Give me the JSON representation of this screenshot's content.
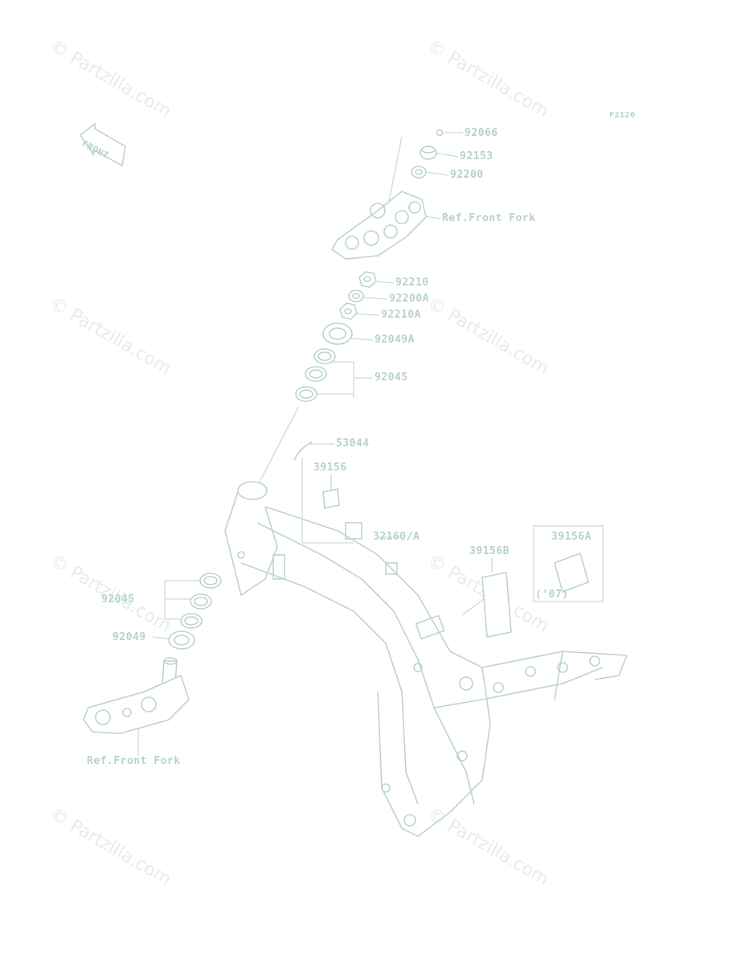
{
  "diagram": {
    "code": "F2120",
    "front_label": "FRONT",
    "watermark": "© Partzilla.com",
    "parts": [
      {
        "id": "92066"
      },
      {
        "id": "92153"
      },
      {
        "id": "92200"
      },
      {
        "id": "Ref.Front Fork"
      },
      {
        "id": "92210"
      },
      {
        "id": "92200A"
      },
      {
        "id": "92210A"
      },
      {
        "id": "92049A"
      },
      {
        "id": "92045"
      },
      {
        "id": "53044"
      },
      {
        "id": "39156"
      },
      {
        "id": "32160/A"
      },
      {
        "id": "39156B"
      },
      {
        "id": "39156A"
      },
      {
        "id": "('07)"
      },
      {
        "id": "92045"
      },
      {
        "id": "92049"
      },
      {
        "id": "Ref.Front Fork"
      }
    ]
  }
}
